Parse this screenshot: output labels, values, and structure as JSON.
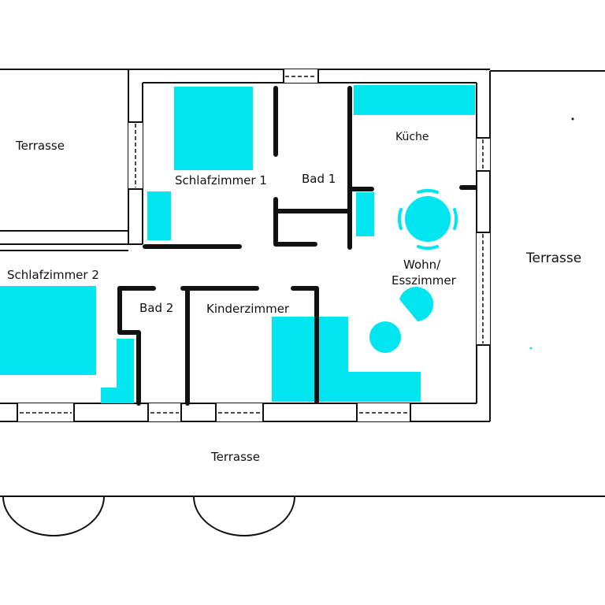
{
  "colors": {
    "furniture": "#00e5f0",
    "walls": "#111111",
    "background": "#ffffff"
  },
  "rooms": {
    "terrasse_left": "Terrasse",
    "schlafzimmer_1": "Schlafzimmer 1",
    "bad_1": "Bad 1",
    "kueche": "Küche",
    "wohn_line1": "Wohn/",
    "wohn_line2": "Esszimmer",
    "terrasse_right": "Terrasse",
    "schlafzimmer_2": "Schlafzimmer 2",
    "bad_2": "Bad 2",
    "kinderzimmer": "Kinderzimmer",
    "terrasse_bottom": "Terrasse"
  }
}
